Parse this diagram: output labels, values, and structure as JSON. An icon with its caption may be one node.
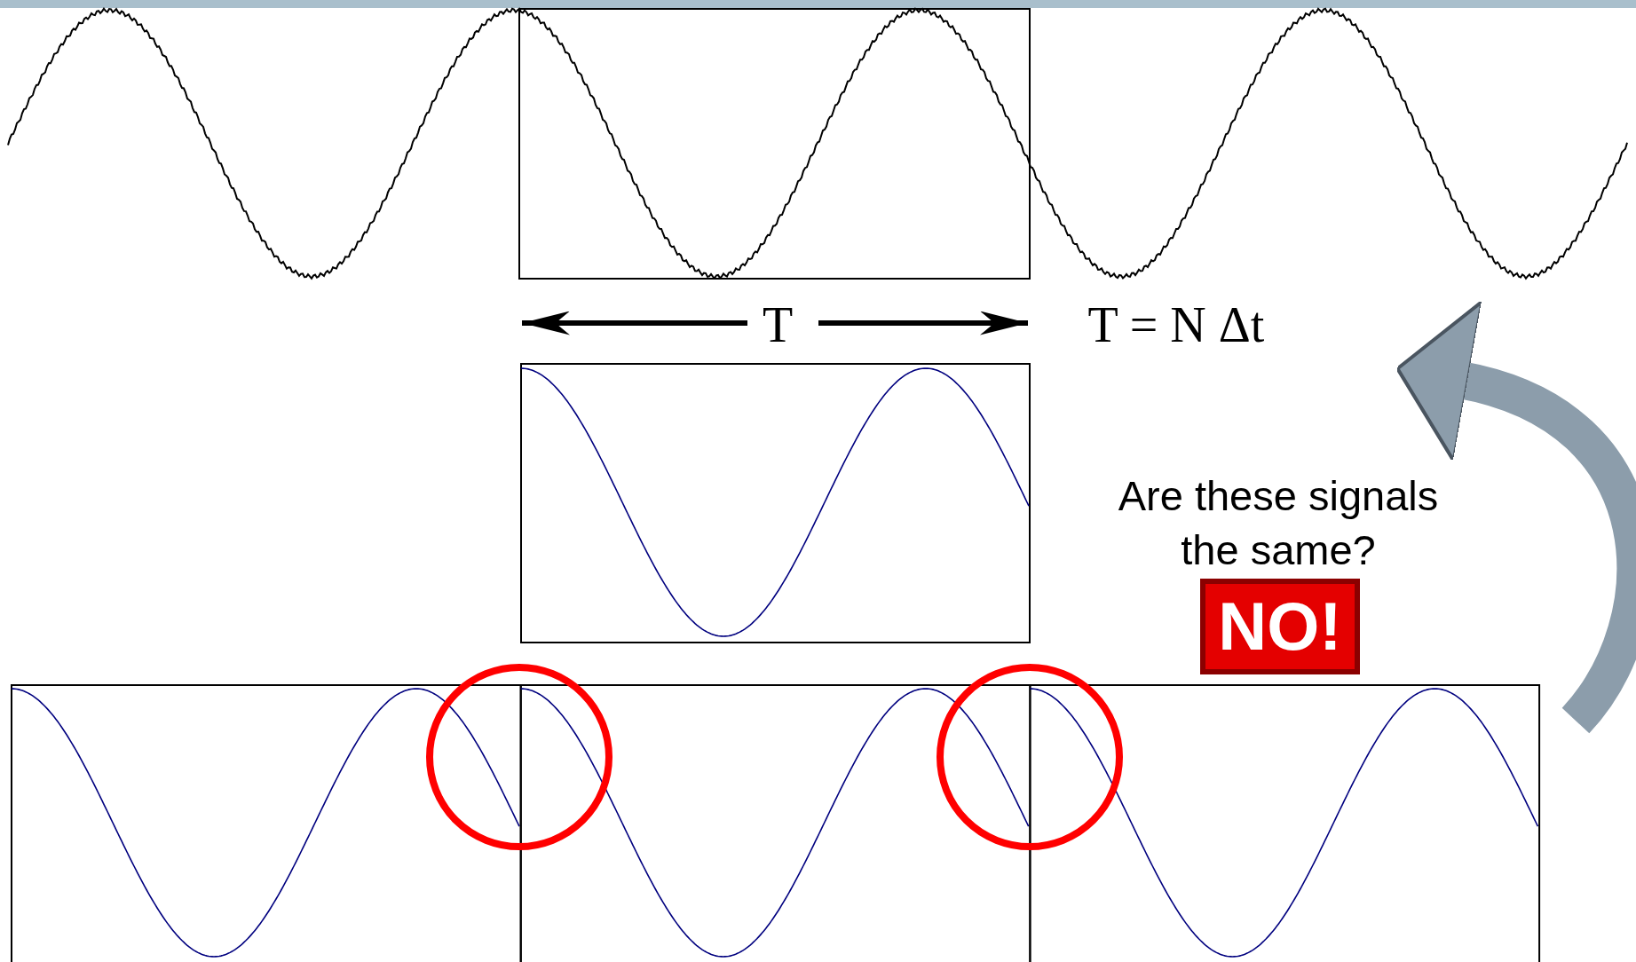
{
  "diagram": {
    "nodes": [
      {
        "text": [],
        "shape": "picture"
      },
      {
        "text": [],
        "shape": "box"
      },
      {
        "text": [],
        "shape": "picture"
      },
      {
        "text": [
          "NO!"
        ]
      }
    ],
    "edges": [
      {
        "from": 2,
        "to": 0,
        "arrow": "to"
      }
    ],
    "labels": [
      "T",
      "T = N Δt",
      "Are these signals the same?"
    ]
  }
}
